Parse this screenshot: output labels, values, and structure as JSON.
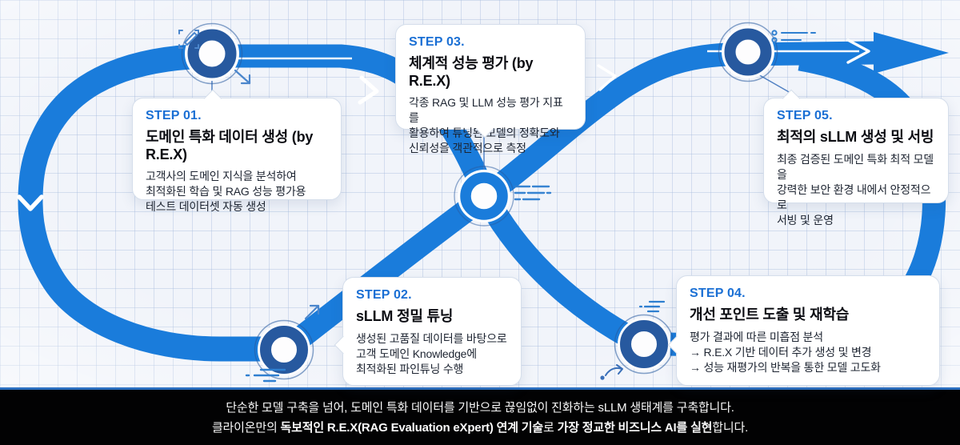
{
  "diagram_title": "sLLM lifecycle flow (figure-eight loop with 5 steps)",
  "colors": {
    "band_blue": "#1a7cdb",
    "ring_dark_blue": "#27599f",
    "ring_center_blue": "#1a7cdb",
    "step_label_blue": "#1a6fd4",
    "card_border": "#d5deeb",
    "grid_line": "#d7e0ef",
    "background": "#f1f4fa",
    "divider_blue": "#2b6fc0",
    "footer_background": "#020203",
    "highlight_white": "#ffffff"
  },
  "icons": {
    "node1_badge": "edit-box-icon",
    "node1_dir": "arrow-down-right-icon",
    "node2_dir": "arrow-up-right-icon",
    "node2_marks": "dash-lines-icon",
    "node3_marks": "code-lines-icon",
    "node4_marks": "list-lines-icon",
    "node4_badge": "share-arrow-icon",
    "node5_marks": "bullet-list-icon",
    "exit": "flow-arrowhead-icon",
    "left_chevron": "chevron-down-icon",
    "se_chevron": "chevron-down-right-icon",
    "ne_chevron": "chevron-up-right-icon"
  },
  "steps": [
    {
      "label": "STEP 01.",
      "title": "도메인 특화 데이터 생성 (by R.E.X)",
      "lines": [
        "고객사의 도메인 지식을 분석하여",
        "최적화된 학습 및 RAG 성능 평가용",
        "테스트 데이터셋 자동 생성"
      ]
    },
    {
      "label": "STEP 02.",
      "title": "sLLM 정밀 튜닝",
      "lines": [
        "생성된 고품질 데이터를 바탕으로",
        "고객 도메인 Knowledge에",
        "최적화된 파인튜닝 수행"
      ]
    },
    {
      "label": "STEP 03.",
      "title": "체계적 성능 평가 (by R.E.X)",
      "lines": [
        "각종 RAG 및 LLM 성능 평가 지표를",
        "활용하여 튜닝된 모델의 정확도와",
        "신뢰성을 객관적으로 측정"
      ]
    },
    {
      "label": "STEP 04.",
      "title": "개선 포인트 도출 및 재학습",
      "lines": [
        "평가 결과에 따른 미흡점 분석",
        "→ R.E.X 기반 데이터 추가 생성 및 변경",
        "→ 성능 재평가의 반복을 통한 모델 고도화"
      ]
    },
    {
      "label": "STEP 05.",
      "title": "최적의 sLLM 생성 및 서빙",
      "lines": [
        "최종 검증된 도메인 특화 최적 모델을",
        "강력한 보안 환경 내에서 안정적으로",
        "서빙 및 운영"
      ]
    }
  ],
  "footer": {
    "line1": "단순한 모델 구축을 넘어, 도메인 특화 데이터를 기반으로 끊임없이 진화하는 sLLM 생태계를 구축합니다.",
    "line2": [
      {
        "text": "클라이온만의 ",
        "bold": false
      },
      {
        "text": "독보적인 R.E.X(RAG Evaluation eXpert) 연계 기술",
        "bold": true
      },
      {
        "text": "로 ",
        "bold": false
      },
      {
        "text": "가장 정교한 비즈니스 AI를 실현",
        "bold": true
      },
      {
        "text": "합니다.",
        "bold": false
      }
    ]
  }
}
